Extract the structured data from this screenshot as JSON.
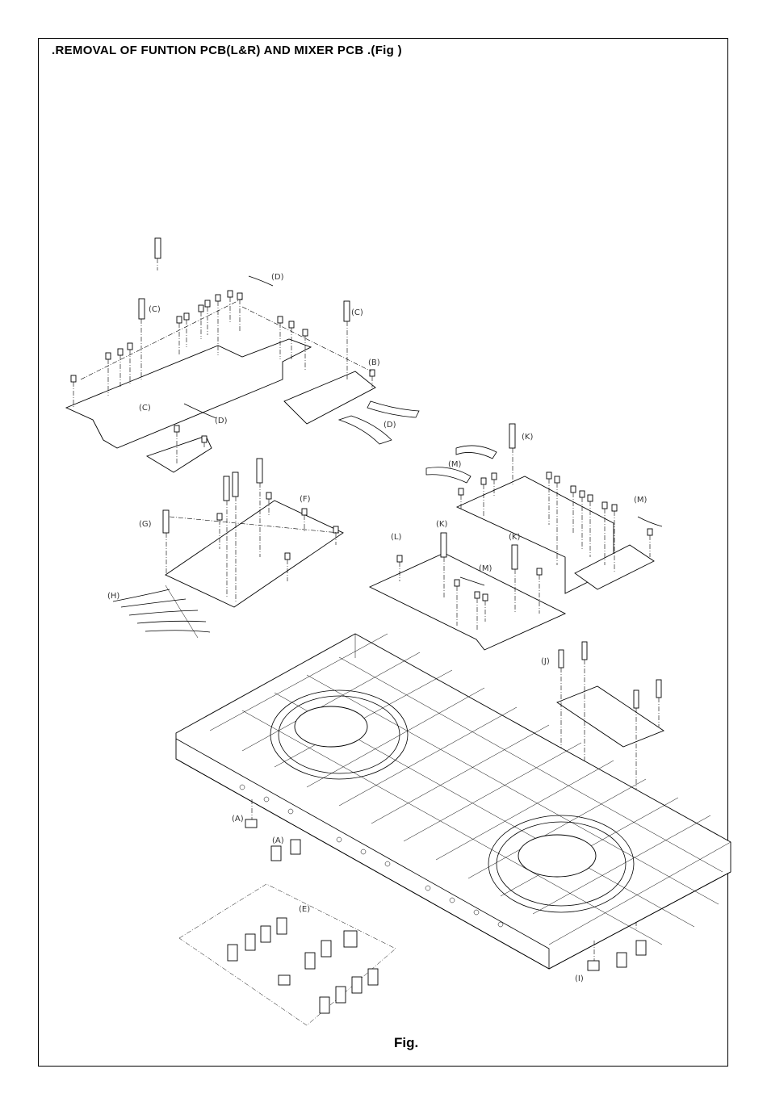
{
  "title": ".REMOVAL OF FUNTION PCB(L&R) AND MIXER PCB .(Fig  )",
  "caption": "Fig.",
  "callouts": {
    "A": "(A)",
    "B": "(B)",
    "C": "(C)",
    "D": "(D)",
    "E": "(E)",
    "F": "(F)",
    "G": "(G)",
    "H": "(H)",
    "I": "(I)",
    "J": "(J)",
    "K": "(K)",
    "L": "(L)",
    "M": "(M)"
  }
}
